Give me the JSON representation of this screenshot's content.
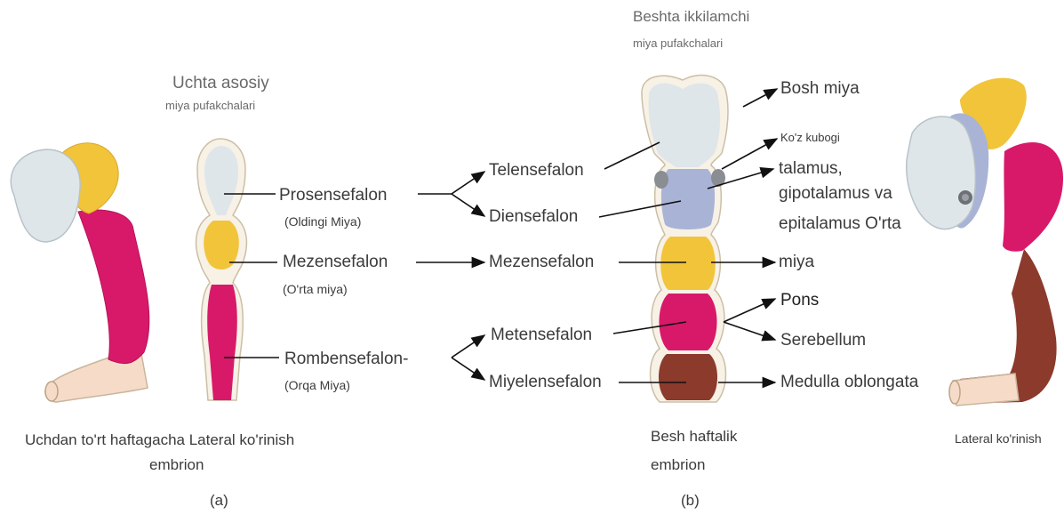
{
  "panel_a": {
    "title_line1": "Uchta asosiy",
    "title_line2": "miya pufakchalari",
    "prosencephalon": "Prosensefalon",
    "prosencephalon_sub": "(Oldingi Miya)",
    "mesencephalon": "Mezensefalon",
    "mesencephalon_sub": "(O'rta miya)",
    "rhombencephalon": "Rombensefalon-",
    "rhombencephalon_sub": "(Orqa Miya)",
    "caption_line1": "Uchdan to'rt haftagacha Lateral ko'rinish",
    "caption_line2": "embrion",
    "panel_label": "(a)"
  },
  "middle": {
    "telencephalon": "Telensefalon",
    "diencephalon": "Diensefalon",
    "mesencephalon": "Mezensefalon",
    "metencephalon": "Metensefalon",
    "myelencephalon": "Miyelensefalon"
  },
  "panel_b": {
    "title_line1": "Beshta ikkilamchi",
    "title_line2": "miya pufakchalari",
    "bosh_miya": "Bosh miya",
    "koz_kubogi": "Ko'z kubogi",
    "talamus_line1": "talamus,",
    "talamus_line2": "gipotalamus va",
    "talamus_line3": "epitalamus O'rta",
    "talamus_line4": "miya",
    "pons": "Pons",
    "serebellum": "Serebellum",
    "medulla": "Medulla oblongata",
    "caption_line1": "Besh haftalik",
    "caption_line2": "embrion",
    "panel_label": "(b)"
  },
  "right_view": {
    "caption": "Lateral ko'rinish"
  },
  "colors": {
    "forebrain": "#dfe6ea",
    "diencephalon": "#a9b3d6",
    "midbrain": "#f2c43a",
    "hindbrain": "#d8196a",
    "myelencephalon": "#8b3a2c",
    "spinal": "#f6dcc8",
    "outline": "#d9c8ad"
  }
}
